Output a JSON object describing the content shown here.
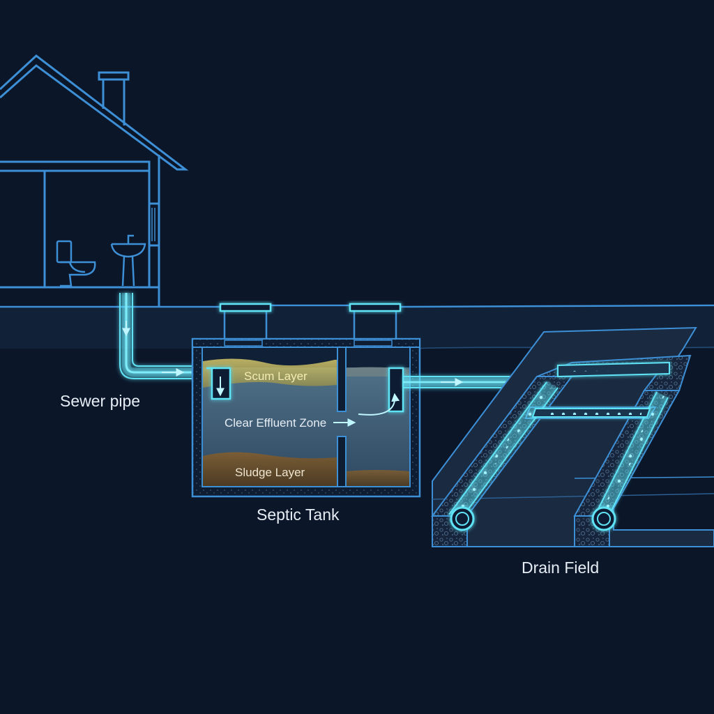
{
  "labels": {
    "sewer_pipe": "Sewer pipe",
    "septic_tank": "Septic Tank",
    "drain_field": "Drain Field",
    "scum_layer": "Scum Layer",
    "clear_effluent_zone": "Clear Effluent Zone",
    "sludge_layer": "Sludge Layer"
  },
  "colors": {
    "background": "#0b1629",
    "outline": "#3d8fd6",
    "pipe_glow": "#5fe3f5",
    "scum": "#bfb35a",
    "sludge": "#6b4f2a",
    "effluent": "#4a6f86",
    "gravel": "#203348"
  },
  "icons": [
    "house-icon",
    "toilet-icon",
    "sink-icon",
    "flow-arrow-icon"
  ]
}
